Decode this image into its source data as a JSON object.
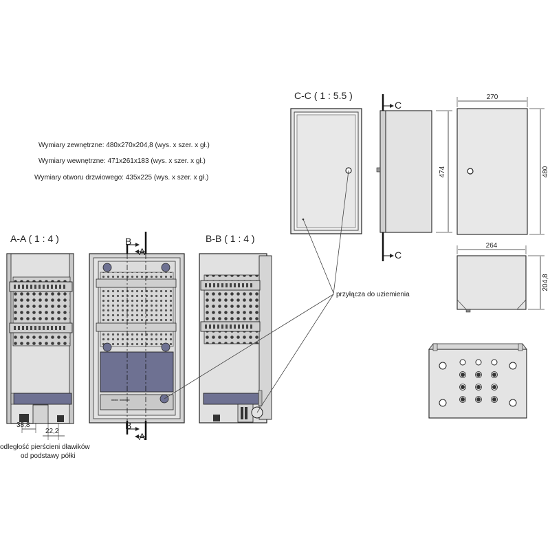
{
  "specs": [
    "Wymiary zewnętrzne: 480x270x204,8 (wys. x szer. x gł.)",
    "Wymiary wewnętrzne: 471x261x183 (wys. x szer. x gł.)",
    "Wymiary otworu drzwiowego: 435x225 (wys. x szer. x gł.)"
  ],
  "views": {
    "cc_title": "C-C ( 1 : 5.5 )",
    "aa_title": "A-A ( 1 : 4 )",
    "bb_title": "B-B ( 1 : 4 )"
  },
  "section_marks": {
    "a": "A",
    "b": "B",
    "c": "C"
  },
  "dimensions": {
    "width_top": "270",
    "height_inner": "474",
    "height_outer": "480",
    "width_inner": "264",
    "depth": "204,8",
    "gland_distance": "38,8",
    "gland_spacing": "22,2"
  },
  "labels": {
    "ground_connections": "przyłącza do uziemienia",
    "gland_note_line1": "odległość pierścieni dławików",
    "gland_note_line2": "od podstawy półki"
  },
  "colors": {
    "panel": "#e6e6e6",
    "panel_dark": "#bdbdbd",
    "mounting_plate": "#6e7192",
    "rail": "#cfcfcf",
    "line": "#222222"
  }
}
